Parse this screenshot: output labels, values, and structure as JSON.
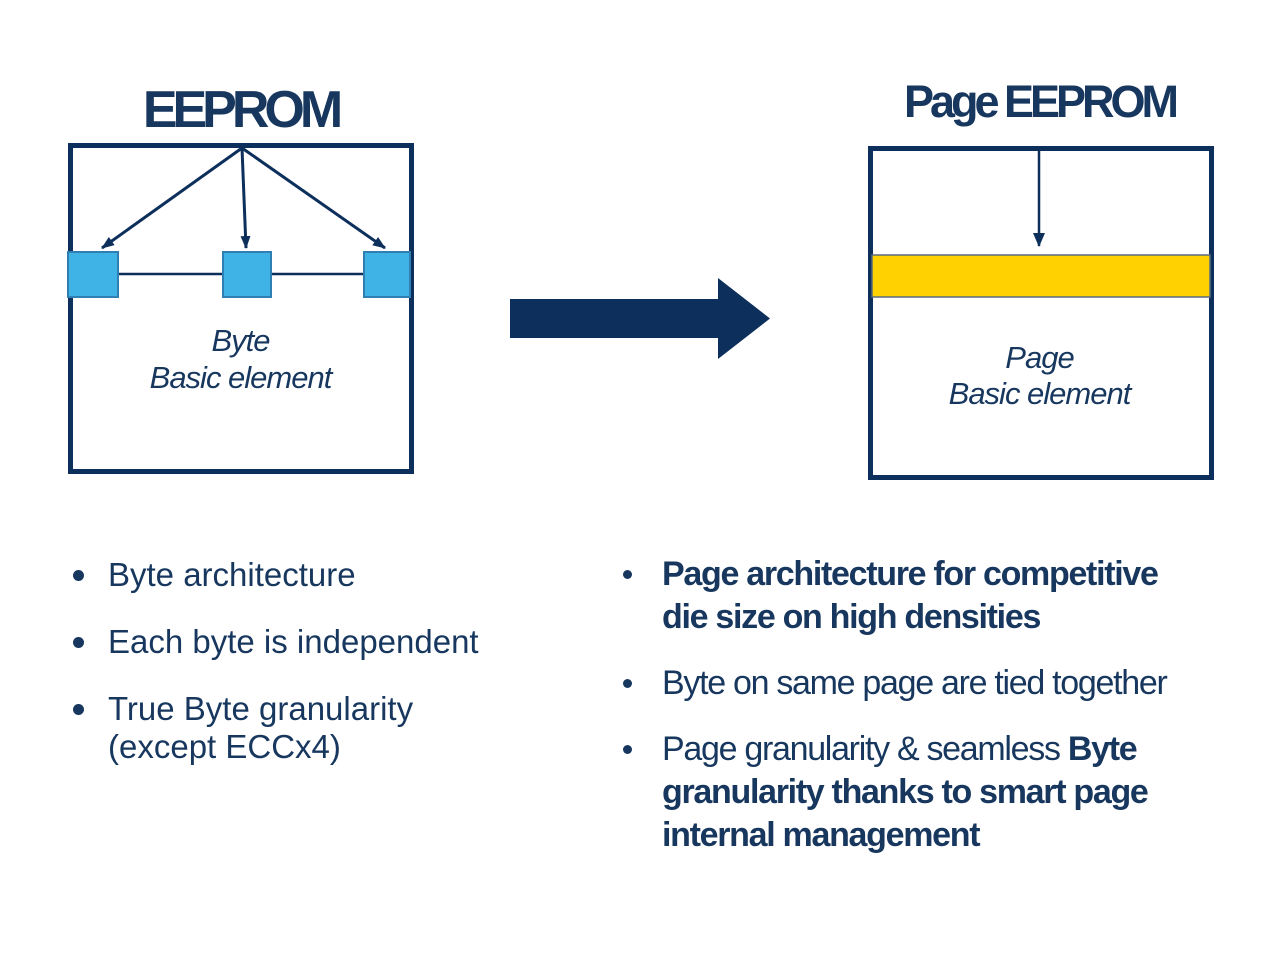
{
  "slide": {
    "colors": {
      "navy_text": "#17375E",
      "navy_shape": "#0D2F5B",
      "byte_blue": "#3FB3E6",
      "page_yellow": "#FFD100",
      "background": "#FFFFFF"
    },
    "icons": {
      "flow_arrow": "thick-right-arrow",
      "byte_pointers": "fanout-down-arrows",
      "page_pointer": "down-arrow"
    },
    "left": {
      "title": "EEPROM",
      "box_label_line1": "Byte",
      "box_label_line2": "Basic element",
      "bullets": [
        {
          "segments": [
            {
              "text": "Byte architecture",
              "bold": false
            }
          ]
        },
        {
          "segments": [
            {
              "text": "Each byte is independent",
              "bold": false
            }
          ]
        },
        {
          "segments": [
            {
              "text": "True Byte granularity\n(except ECCx4)",
              "bold": false
            }
          ]
        }
      ]
    },
    "right": {
      "title": "Page EEPROM",
      "box_label_line1": "Page",
      "box_label_line2": "Basic element",
      "bullets": [
        {
          "segments": [
            {
              "text": "Page architecture for competitive\ndie size on high densities",
              "bold": true
            }
          ]
        },
        {
          "segments": [
            {
              "text": "Byte on same page are tied together",
              "bold": false
            }
          ]
        },
        {
          "segments": [
            {
              "text": "Page granularity & seamless ",
              "bold": false
            },
            {
              "text": "Byte\ngranularity thanks to smart page\ninternal management",
              "bold": true
            }
          ]
        }
      ]
    }
  }
}
